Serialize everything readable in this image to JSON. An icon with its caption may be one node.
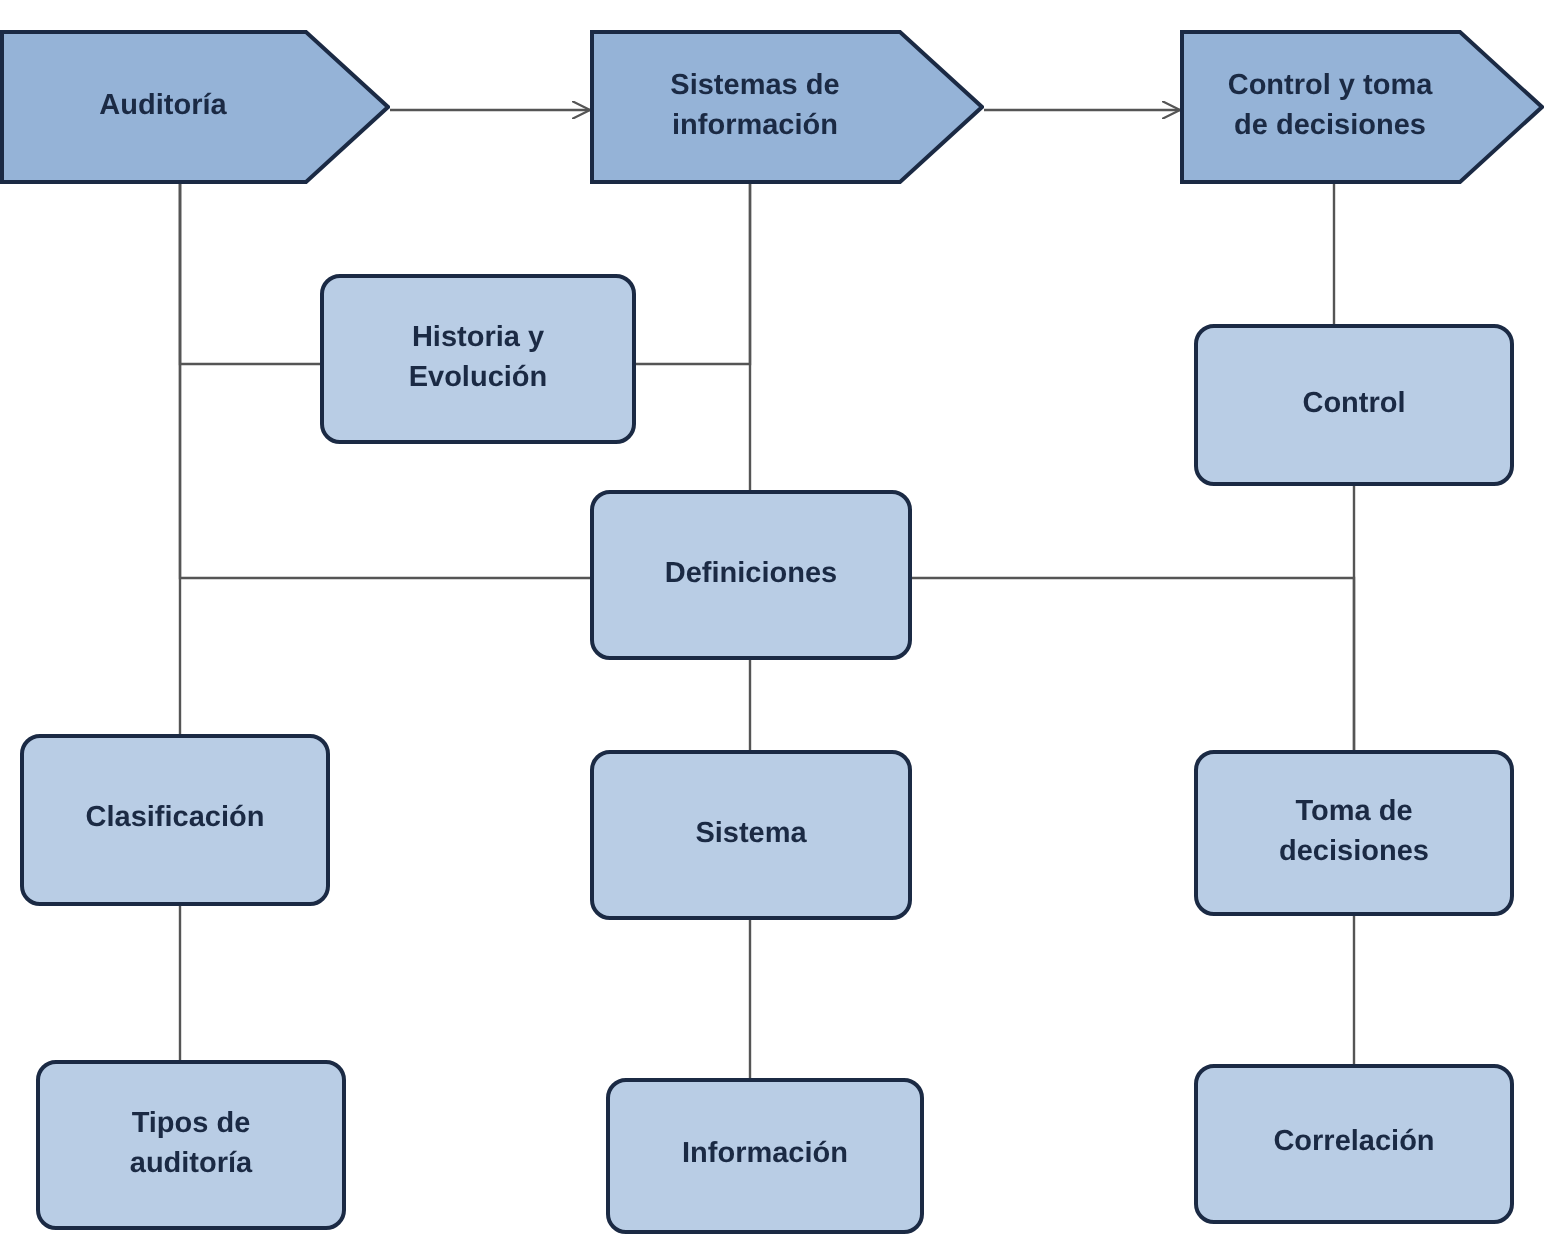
{
  "diagram": {
    "nodes": [
      {
        "text": [
          "Auditoría"
        ]
      },
      {
        "text": [
          "Sistemas de información"
        ]
      },
      {
        "text": [
          "Control y toma de decisiones"
        ]
      },
      {
        "text": [
          "Historia y Evolución"
        ]
      },
      {
        "text": [
          "Control"
        ]
      },
      {
        "text": [
          "Definiciones"
        ]
      },
      {
        "text": [
          "Clasificación"
        ]
      },
      {
        "text": [
          "Sistema"
        ]
      },
      {
        "text": [
          "Toma de decisiones"
        ]
      },
      {
        "text": [
          "Tipos de auditoría"
        ]
      },
      {
        "text": [
          "Información"
        ]
      },
      {
        "text": [
          "Correlación"
        ]
      }
    ],
    "edges": [
      {
        "from": 0,
        "to": 1,
        "arrow": "to"
      },
      {
        "from": 1,
        "to": 2,
        "arrow": "to"
      },
      {
        "from": 0,
        "to": 3,
        "arrow": "none"
      },
      {
        "from": 0,
        "to": 5,
        "arrow": "none"
      },
      {
        "from": 0,
        "to": 6,
        "arrow": "none"
      },
      {
        "from": 1,
        "to": 3,
        "arrow": "none"
      },
      {
        "from": 1,
        "to": 5,
        "arrow": "none"
      },
      {
        "from": 2,
        "to": 4,
        "arrow": "none"
      },
      {
        "from": 4,
        "to": 8,
        "arrow": "none"
      },
      {
        "from": 5,
        "to": 8,
        "arrow": "none"
      },
      {
        "from": 5,
        "to": 7,
        "arrow": "none"
      },
      {
        "from": 6,
        "to": 9,
        "arrow": "none"
      },
      {
        "from": 7,
        "to": 10,
        "arrow": "none"
      },
      {
        "from": 8,
        "to": 11,
        "arrow": "none"
      }
    ]
  }
}
